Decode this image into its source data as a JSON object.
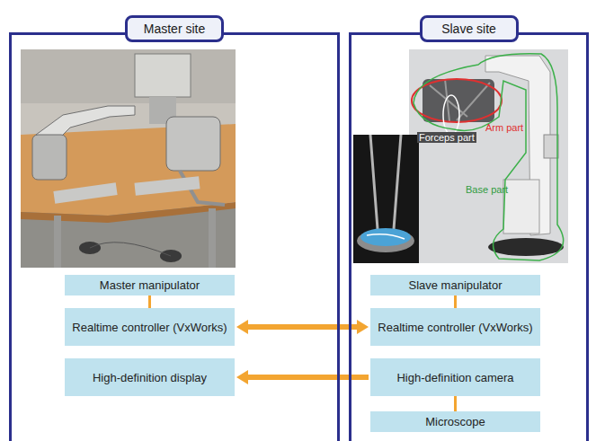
{
  "diagram": {
    "nodes": [
      {
        "text": [
          "Master site"
        ]
      },
      {
        "text": [
          "Slave site"
        ]
      },
      {
        "text": [
          "Master manipulator"
        ],
        "in": 0
      },
      {
        "text": [
          "Realtime controller (VxWorks)"
        ],
        "in": 0
      },
      {
        "text": [
          "High-definition display"
        ],
        "in": 0
      },
      {
        "text": [
          "Slave manipulator"
        ],
        "in": 1
      },
      {
        "text": [
          "Realtime controller (VxWorks)"
        ],
        "in": 1
      },
      {
        "text": [
          "High-definition camera"
        ],
        "in": 1
      },
      {
        "text": [
          "Microscope"
        ],
        "in": 1
      }
    ],
    "edges": [
      {
        "from": 2,
        "to": 3,
        "arrow": "none"
      },
      {
        "from": 3,
        "to": 6,
        "arrow": "both"
      },
      {
        "from": 5,
        "to": 6,
        "arrow": "none"
      },
      {
        "from": 7,
        "to": 4,
        "arrow": "to"
      },
      {
        "from": 7,
        "to": 8,
        "arrow": "none"
      }
    ],
    "labels": [
      "Arm part",
      "Forceps part",
      "Base part"
    ]
  }
}
